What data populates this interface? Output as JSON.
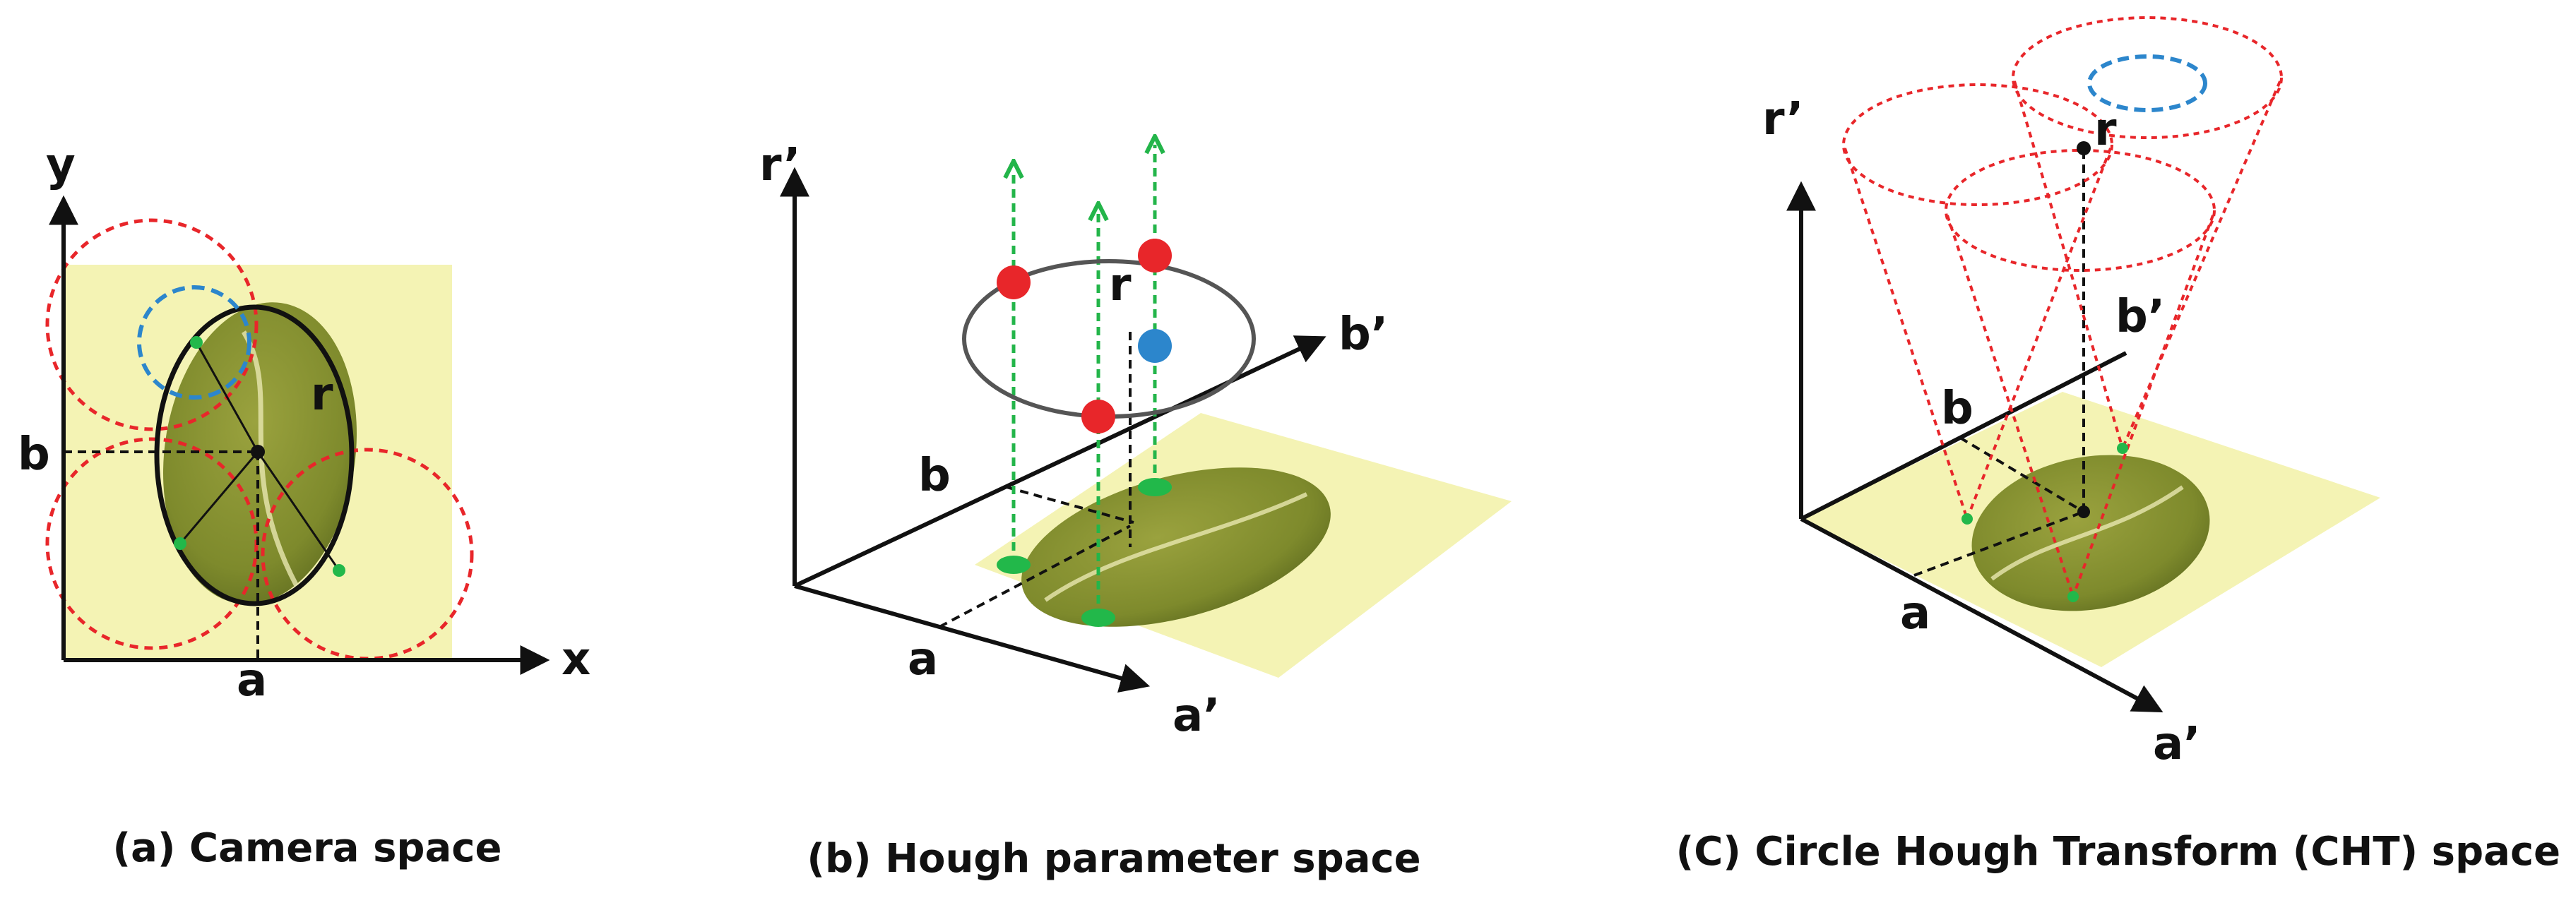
{
  "colors": {
    "background_tint": "#f4f3b4",
    "bean": "#8c9434",
    "bean_dark": "#5f6a20",
    "accumulator_circle": "#e8262a",
    "detected_circle": "#2c86cc",
    "edge_point": "#22b84a",
    "projection_line": "#23b54a",
    "axis": "#111111"
  },
  "panel_a": {
    "caption": "(a) Camera space",
    "axis_x": "x",
    "axis_y": "y",
    "label_a": "a",
    "label_b": "b",
    "label_r": "r"
  },
  "panel_b": {
    "caption": "(b) Hough parameter space",
    "axis_r": "r’",
    "axis_a": "a’",
    "axis_b": "b’",
    "label_a": "a",
    "label_b": "b",
    "label_r": "r"
  },
  "panel_c": {
    "caption": "(C) Circle Hough Transform (CHT) space",
    "axis_r": "r’",
    "axis_a": "a’",
    "axis_b": "b’",
    "label_a": "a",
    "label_b": "b",
    "label_r": "r"
  }
}
